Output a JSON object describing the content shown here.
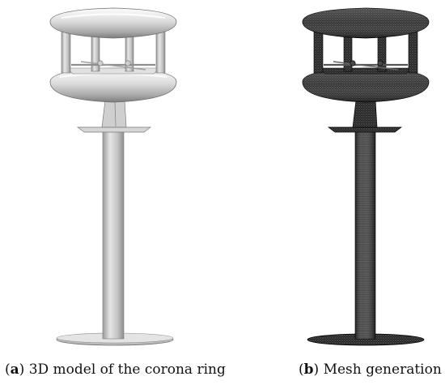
{
  "panels": [
    {
      "letter": "a",
      "caption_prefix": "(",
      "caption_suffix": ") 3D model of the corona ring",
      "style": "shaded-model",
      "colors": {
        "light": "#f2f2f2",
        "mid": "#c8c8c8",
        "dark": "#8a8a8a",
        "edge": "#6e6e6e"
      }
    },
    {
      "letter": "b",
      "caption_prefix": "(",
      "caption_suffix": ") Mesh generation",
      "style": "mesh",
      "colors": {
        "light": "#7a7a7a",
        "mid": "#3a3a3a",
        "dark": "#151515",
        "edge": "#000000"
      }
    }
  ]
}
